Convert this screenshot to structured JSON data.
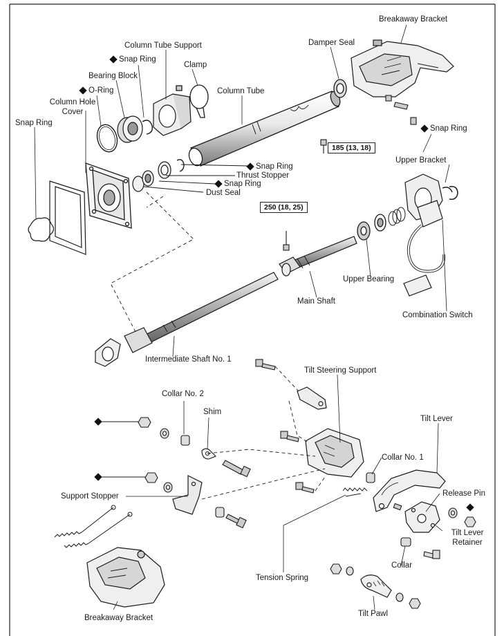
{
  "labels": {
    "breakaway_bracket_top": "Breakaway Bracket",
    "damper_seal": "Damper Seal",
    "column_tube_support": "Column Tube Support",
    "snap_ring_1": "Snap Ring",
    "clamp": "Clamp",
    "bearing_block": "Bearing Block",
    "column_tube": "Column Tube",
    "o_ring": "O-Ring",
    "column_hole_cover": "Column Hole\nCover",
    "snap_ring_left": "Snap Ring",
    "snap_ring_right": "Snap Ring",
    "snap_ring_2": "Snap Ring",
    "thrust_stopper": "Thrust Stopper",
    "snap_ring_3": "Snap Ring",
    "dust_seal": "Dust Seal",
    "upper_bracket": "Upper Bracket",
    "upper_bearing": "Upper Bearing",
    "main_shaft": "Main Shaft",
    "combination_switch": "Combination Switch",
    "intermediate_shaft": "Intermediate Shaft No. 1",
    "tilt_steering_support": "Tilt Steering Support",
    "collar_no2": "Collar No. 2",
    "shim": "Shim",
    "tilt_lever": "Tilt Lever",
    "collar_no1": "Collar No. 1",
    "support_stopper": "Support Stopper",
    "release_pin": "Release Pin",
    "tilt_lever_retainer": "Tilt Lever\nRetainer",
    "collar": "Collar",
    "tension_spring": "Tension Spring",
    "tilt_pawl": "Tilt Pawl",
    "breakaway_bracket_bottom": "Breakaway Bracket"
  },
  "torque_specs": {
    "spec_185": "185 (13, 18)",
    "spec_250": "250 (18, 25)"
  },
  "icons": {
    "diamond": "non-reusable-part-diamond-icon"
  },
  "colors": {
    "line": "#1a1a1a",
    "part_fill": "#f2f2f2",
    "part_shade": "#bdbdbd"
  }
}
